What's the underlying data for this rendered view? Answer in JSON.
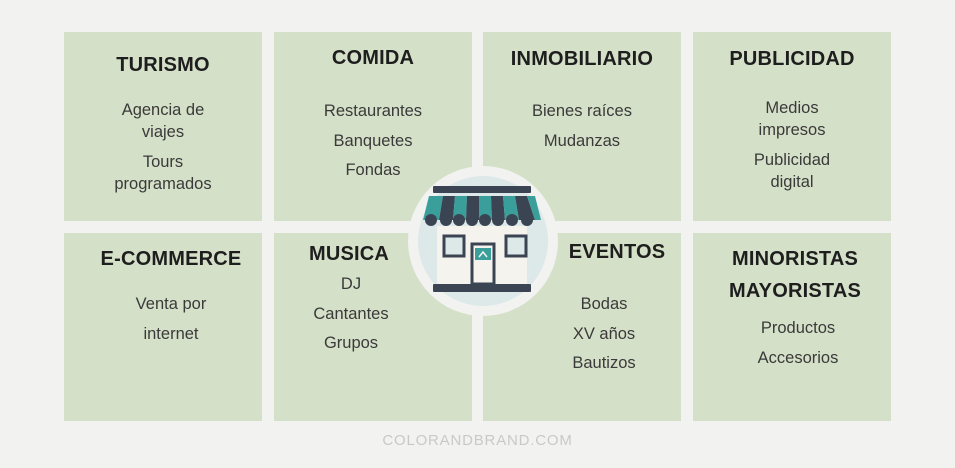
{
  "tiles": {
    "turismo": {
      "title": "TURISMO",
      "items": [
        "Agencia de viajes",
        "Tours programados"
      ]
    },
    "comida": {
      "title": "COMIDA",
      "items": [
        "Restaurantes",
        "Banquetes",
        "Fondas"
      ]
    },
    "inmobiliario": {
      "title": "INMOBILIARIO",
      "items": [
        "Bienes raíces",
        "Mudanzas"
      ]
    },
    "publicidad": {
      "title": "PUBLICIDAD",
      "items": [
        "Medios impresos",
        "Publicidad digital"
      ]
    },
    "ecommerce": {
      "title": "E-COMMERCE",
      "items": [
        "Venta por",
        "internet"
      ]
    },
    "musica": {
      "title": "MUSICA",
      "items": [
        "DJ",
        "Cantantes",
        "Grupos"
      ]
    },
    "eventos": {
      "title": "EVENTOS",
      "items": [
        "Bodas",
        "XV años",
        "Bautizos"
      ]
    },
    "minoristas": {
      "title": "MINORISTAS MAYORISTAS",
      "items": [
        "Productos",
        "Accesorios"
      ]
    }
  },
  "footer": {
    "text": "COLORANDBRAND.COM"
  },
  "colors": {
    "tile": "#d5e0c8",
    "background": "#f2f2f1",
    "awning_teal": "#3a9f9a",
    "awning_dark": "#3b4452",
    "store_wall": "#f4f3ee"
  },
  "icons": {
    "center": "storefront-icon"
  }
}
